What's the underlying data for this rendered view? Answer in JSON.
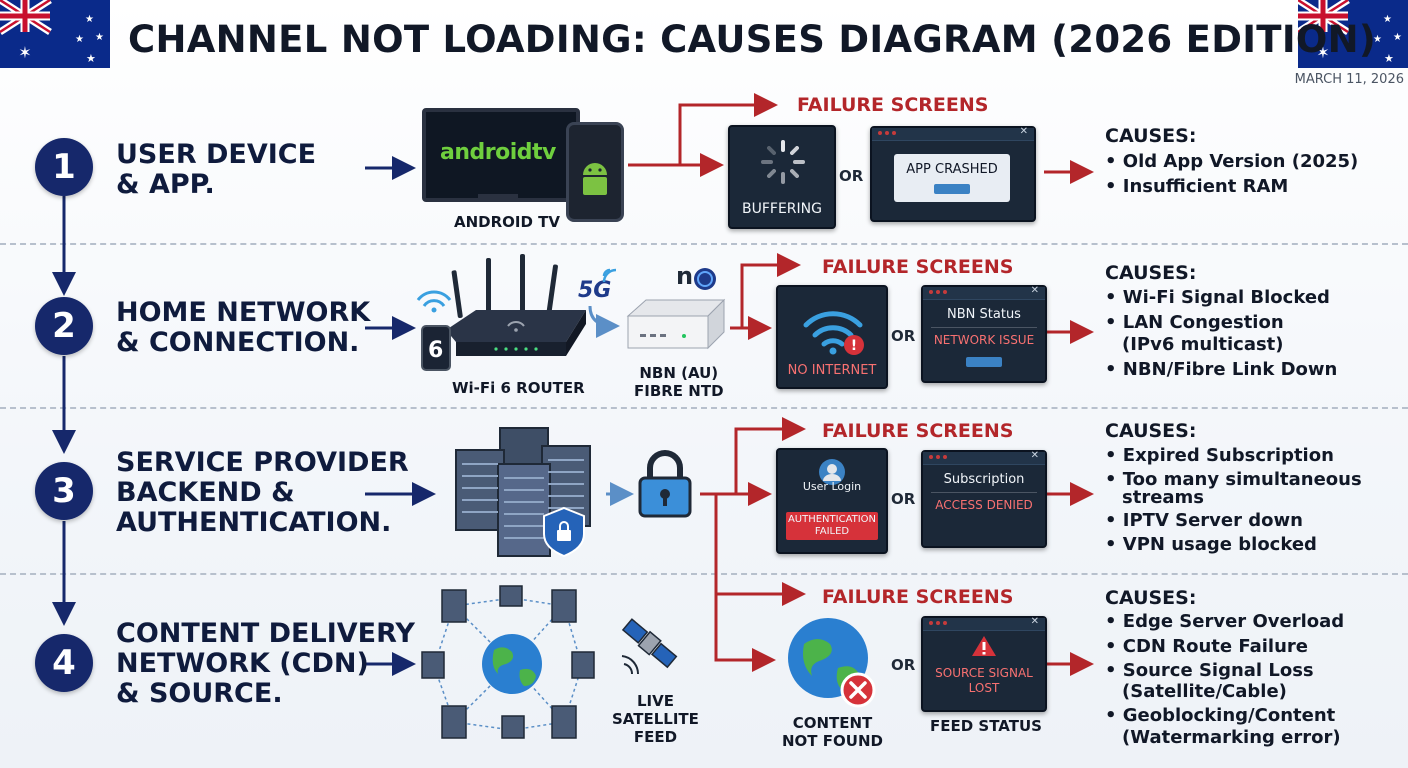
{
  "title": "CHANNEL NOT LOADING: CAUSES DIAGRAM (2026 EDITION)",
  "date": "MARCH 11, 2026",
  "colors": {
    "navy": "#16286b",
    "red": "#b3262a",
    "screen": "#1b2838",
    "button": "#3b82c4",
    "alert": "#d6323a"
  },
  "failure_title": "FAILURE SCREENS",
  "or_label": "OR",
  "causes_heading": "CAUSES:",
  "steps": [
    {
      "number": "1",
      "label_lines": [
        "USER DEVICE",
        "& APP."
      ],
      "device": {
        "logo": "androidtv",
        "label": "ANDROID TV",
        "icon": "android-tv-icon"
      },
      "screens": [
        {
          "text": "BUFFERING",
          "icon": "spinner-icon"
        },
        {
          "text": "APP CRASHED"
        }
      ],
      "causes": [
        "• Old App Version (2025)",
        "• Insufficient RAM"
      ]
    },
    {
      "number": "2",
      "label_lines": [
        "HOME NETWORK",
        "& CONNECTION."
      ],
      "device": {
        "router_label": "Wi-Fi 6 ROUTER",
        "router_badge": "6",
        "band": "5G",
        "ntd_label_lines": [
          "NBN (AU)",
          "FIBRE NTD"
        ],
        "ntd_brand": "n"
      },
      "screens": [
        {
          "text": "NO INTERNET",
          "icon": "wifi-alert-icon"
        },
        {
          "title": "NBN Status",
          "text": "NETWORK ISSUE"
        }
      ],
      "causes": [
        "• Wi-Fi Signal Blocked",
        "• LAN Congestion",
        "(IPv6 multicast)",
        "• NBN/Fibre Link Down"
      ]
    },
    {
      "number": "3",
      "label_lines": [
        "SERVICE PROVIDER",
        "BACKEND &",
        "AUTHENTICATION."
      ],
      "device": {
        "icon": "server-lock-icon"
      },
      "screens": [
        {
          "title": "User Login",
          "text_lines": [
            "AUTHENTICATION",
            "FAILED"
          ],
          "icon": "user-icon"
        },
        {
          "title": "Subscription",
          "text": "ACCESS DENIED"
        }
      ],
      "causes": [
        "• Expired Subscription",
        "• Too many simultaneous",
        "streams",
        "• IPTV Server down",
        "• VPN usage blocked"
      ]
    },
    {
      "number": "4",
      "label_lines": [
        "CONTENT DELIVERY",
        "NETWORK (CDN)",
        "& SOURCE."
      ],
      "device": {
        "feed_label_lines": [
          "LIVE",
          "SATELLITE",
          "FEED"
        ]
      },
      "screens": [
        {
          "label_lines": [
            "CONTENT",
            "NOT FOUND"
          ],
          "icon": "globe-error-icon"
        },
        {
          "text_lines": [
            "SOURCE SIGNAL",
            "LOST"
          ],
          "label": "FEED STATUS",
          "icon": "warning-icon"
        }
      ],
      "causes": [
        "• Edge Server Overload",
        "• CDN Route Failure",
        "• Source Signal Loss",
        "(Satellite/Cable)",
        "• Geoblocking/Content",
        "(Watermarking error)"
      ]
    }
  ]
}
